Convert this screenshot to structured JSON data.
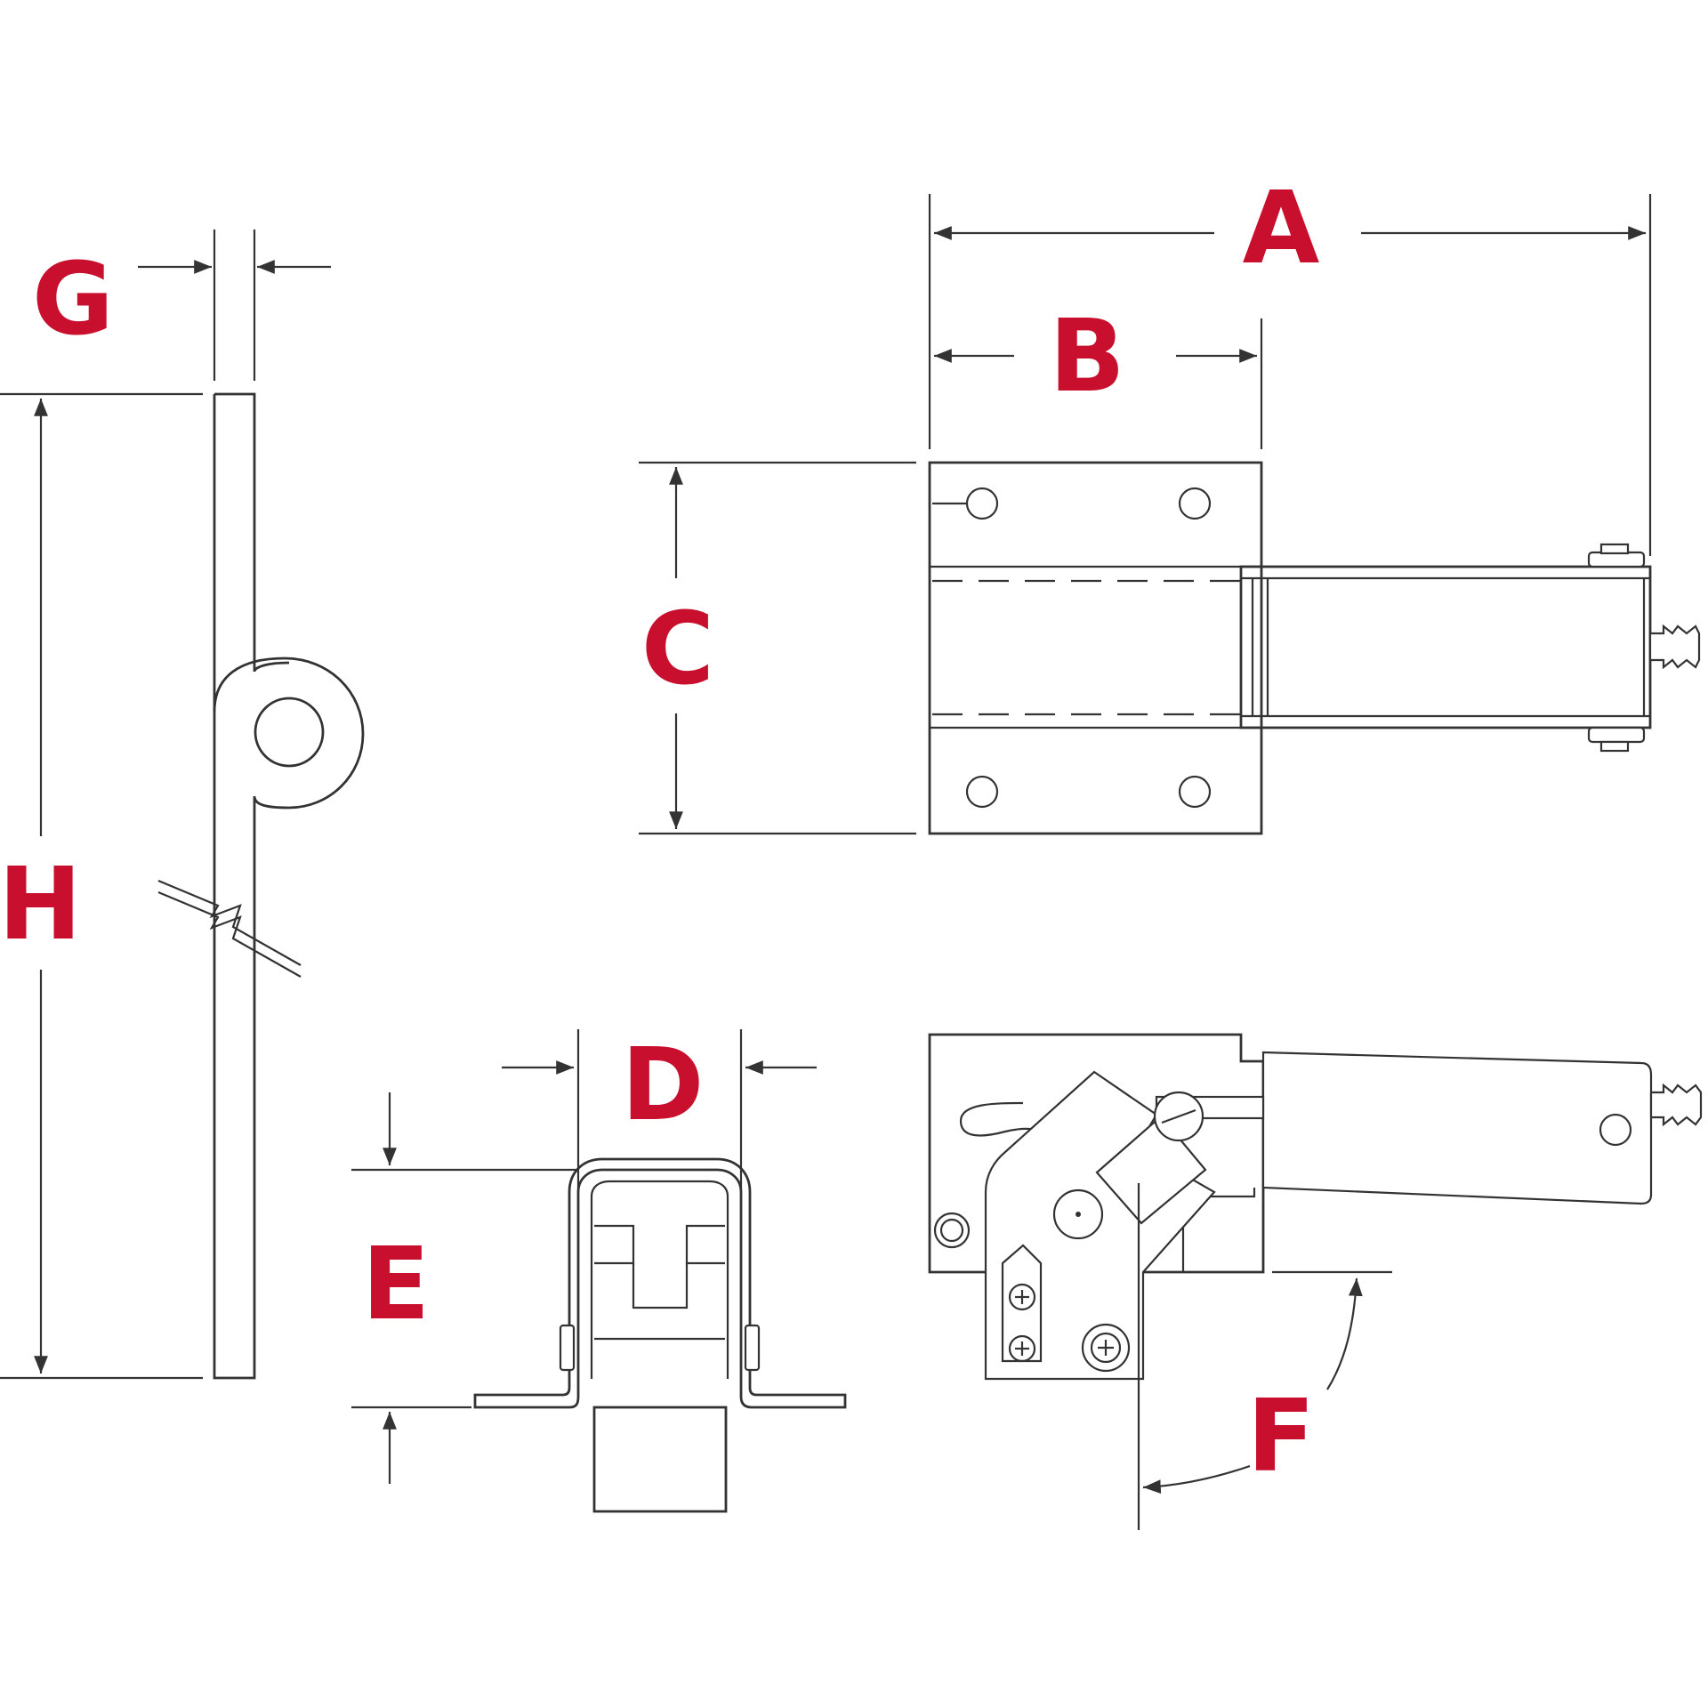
{
  "labels": {
    "A": "A",
    "B": "B",
    "C": "C",
    "D": "D",
    "E": "E",
    "F": "F",
    "G": "G",
    "H": "H"
  },
  "colors": {
    "label": "#c8102e",
    "line": "#333333",
    "background": "#ffffff"
  }
}
